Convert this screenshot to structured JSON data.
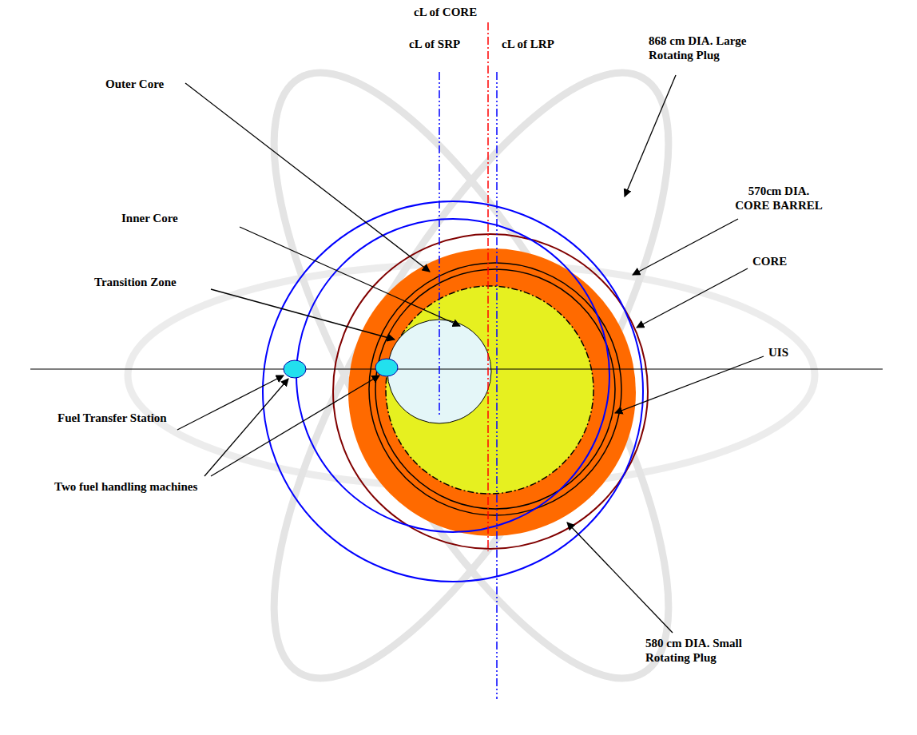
{
  "diagram": {
    "labels": [
      "cL of CORE",
      "cL of SRP",
      "cL of LRP",
      "Outer Core",
      "868 cm DIA. Large Rotating Plug",
      "Inner Core",
      "570cm DIA. CORE BARREL",
      "CORE",
      "Transition Zone",
      "UIS",
      "Fuel Transfer Station",
      "Two fuel handling machines",
      "580 cm DIA. Small Rotating Plug"
    ]
  }
}
